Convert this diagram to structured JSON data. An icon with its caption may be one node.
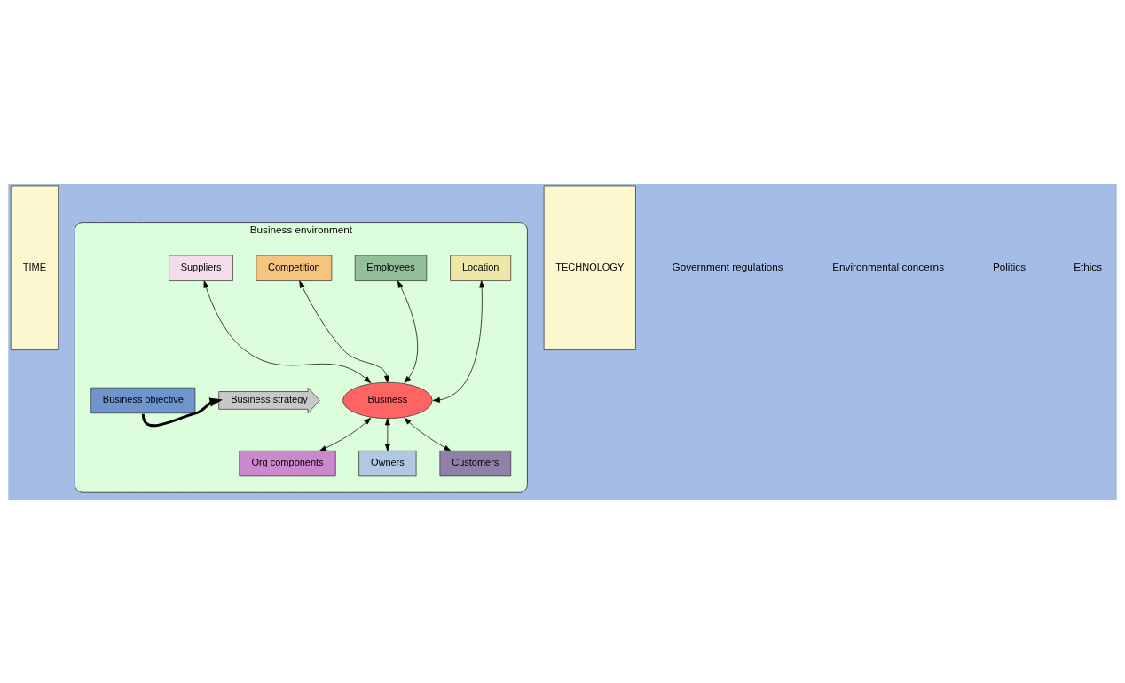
{
  "diagram": {
    "nodes": [
      {
        "text": [
          "Business environment"
        ]
      },
      {
        "text": [
          "Suppliers"
        ],
        "in": 0
      },
      {
        "text": [
          "Competition"
        ],
        "in": 0
      },
      {
        "text": [
          "Employees"
        ],
        "in": 0
      },
      {
        "text": [
          "Location"
        ],
        "in": 0
      },
      {
        "text": [
          "Business strategy"
        ],
        "in": 0
      },
      {
        "text": [
          "Business"
        ],
        "in": 0
      },
      {
        "text": [
          "Business objective"
        ],
        "in": 0
      },
      {
        "text": [
          "Org components"
        ],
        "in": 0
      },
      {
        "text": [
          "Owners"
        ],
        "in": 0
      },
      {
        "text": [
          "Customers"
        ],
        "in": 0
      },
      {
        "text": [
          "TIME"
        ]
      },
      {
        "text": [
          "TECHNOLOGY"
        ]
      }
    ],
    "edges": [
      {
        "from": 6,
        "to": 1,
        "arrow": "both"
      },
      {
        "from": 6,
        "to": 2,
        "arrow": "both"
      },
      {
        "from": 6,
        "to": 3,
        "arrow": "both"
      },
      {
        "from": 6,
        "to": 4,
        "arrow": "both"
      },
      {
        "from": 7,
        "to": 5,
        "arrow": "to",
        "style": "thick"
      },
      {
        "from": 6,
        "to": 8,
        "arrow": "both"
      },
      {
        "from": 6,
        "to": 9,
        "arrow": "both"
      },
      {
        "from": 6,
        "to": 10,
        "arrow": "both"
      }
    ],
    "labels": [
      "Government regulations",
      "Environmental concerns",
      "Politics",
      "Ethics"
    ]
  }
}
